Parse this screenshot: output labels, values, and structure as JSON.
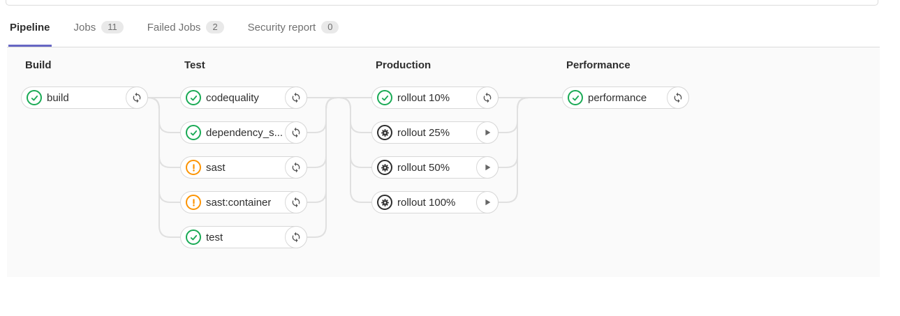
{
  "tabs": [
    {
      "label": "Pipeline",
      "active": true
    },
    {
      "label": "Jobs",
      "badge": "11",
      "active": false
    },
    {
      "label": "Failed Jobs",
      "badge": "2",
      "active": false
    },
    {
      "label": "Security report",
      "badge": "0",
      "active": false
    }
  ],
  "pipeline": {
    "stages": [
      {
        "name": "Build",
        "jobs": [
          {
            "name": "build",
            "status": "success",
            "action": "retry"
          }
        ]
      },
      {
        "name": "Test",
        "jobs": [
          {
            "name": "codequality",
            "status": "success",
            "action": "retry"
          },
          {
            "name": "dependency_s...",
            "status": "success",
            "action": "retry"
          },
          {
            "name": "sast",
            "status": "warning",
            "action": "retry"
          },
          {
            "name": "sast:container",
            "status": "warning",
            "action": "retry"
          },
          {
            "name": "test",
            "status": "success",
            "action": "retry"
          }
        ]
      },
      {
        "name": "Production",
        "jobs": [
          {
            "name": "rollout 10%",
            "status": "success",
            "action": "retry"
          },
          {
            "name": "rollout 25%",
            "status": "manual",
            "action": "play"
          },
          {
            "name": "rollout 50%",
            "status": "manual",
            "action": "play"
          },
          {
            "name": "rollout 100%",
            "status": "manual",
            "action": "play"
          }
        ]
      },
      {
        "name": "Performance",
        "jobs": [
          {
            "name": "performance",
            "status": "success",
            "action": "retry"
          }
        ]
      }
    ]
  },
  "colors": {
    "success": "#1aaa55",
    "warning": "#fc9403",
    "manual": "#2e2e2e",
    "tab_accent": "#6666c4",
    "connector": "#e0e0e0",
    "action_icon": "#555555"
  }
}
